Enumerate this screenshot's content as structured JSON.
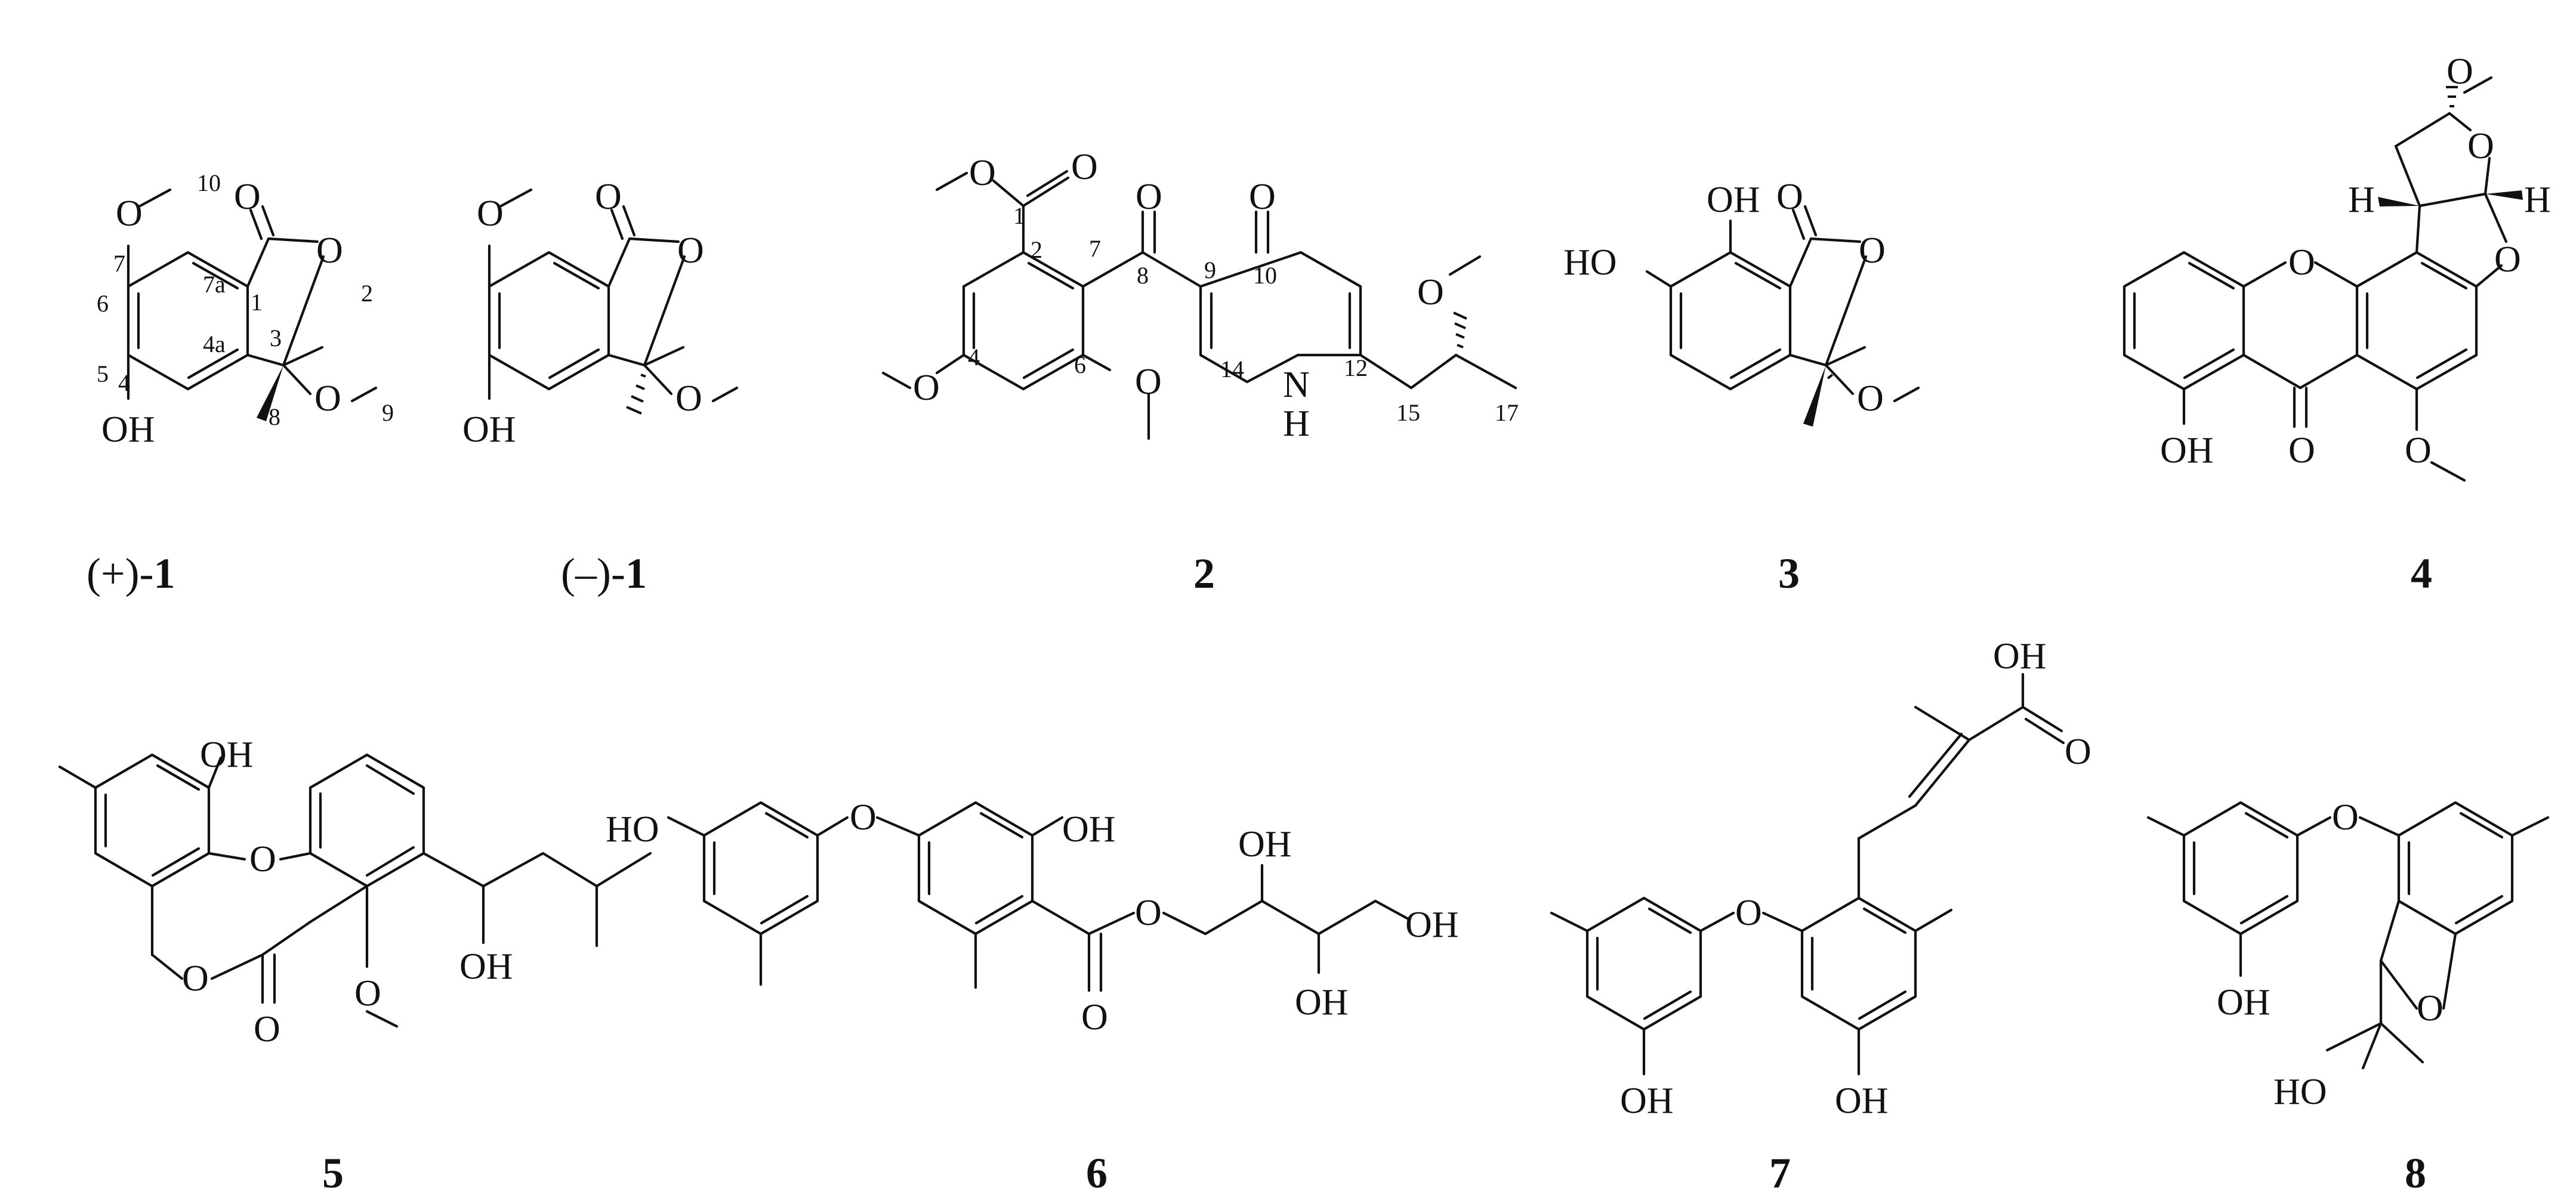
{
  "compounds": [
    {
      "id": "c1p",
      "prefix": "(+)-",
      "number": "1"
    },
    {
      "id": "c1m",
      "prefix": "(–)-",
      "number": "1"
    },
    {
      "id": "c2",
      "prefix": "",
      "number": "2"
    },
    {
      "id": "c3",
      "prefix": "",
      "number": "3"
    },
    {
      "id": "c4",
      "prefix": "",
      "number": "4"
    },
    {
      "id": "c5",
      "prefix": "",
      "number": "5"
    },
    {
      "id": "c6",
      "prefix": "",
      "number": "6"
    },
    {
      "id": "c7",
      "prefix": "",
      "number": "7"
    },
    {
      "id": "c8",
      "prefix": "",
      "number": "8"
    }
  ],
  "atoms": {
    "O": "O",
    "OH": "OH",
    "HO": "HO",
    "H": "H",
    "N": "N"
  },
  "numbering": {
    "c1": [
      "10",
      "7",
      "7a",
      "1",
      "6",
      "2",
      "5",
      "3",
      "4a",
      "9",
      "4",
      "8"
    ],
    "c2": [
      "1",
      "2",
      "7",
      "8",
      "9",
      "10",
      "4",
      "6",
      "14",
      "12",
      "15",
      "17"
    ]
  }
}
